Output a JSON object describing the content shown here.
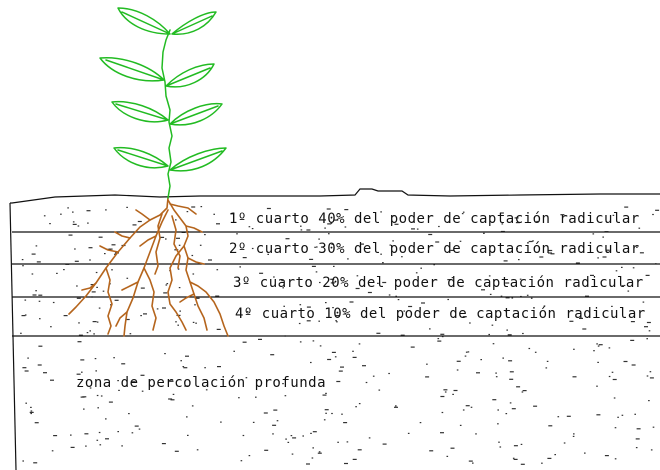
{
  "layers": [
    {
      "label": "1º cuarto 40% del poder de captación radicular"
    },
    {
      "label": "2º cuarto 30% del poder de captación radicular"
    },
    {
      "label": "3º cuarto 20% del poder de captación radicular"
    },
    {
      "label": "4º cuarto 10% del poder de captación radicular"
    }
  ],
  "deep_zone_label": "zona de percolación profunda",
  "colors": {
    "plant": "#22bb22",
    "roots": "#b5651d",
    "lines": "#111111",
    "background": "#ffffff"
  }
}
